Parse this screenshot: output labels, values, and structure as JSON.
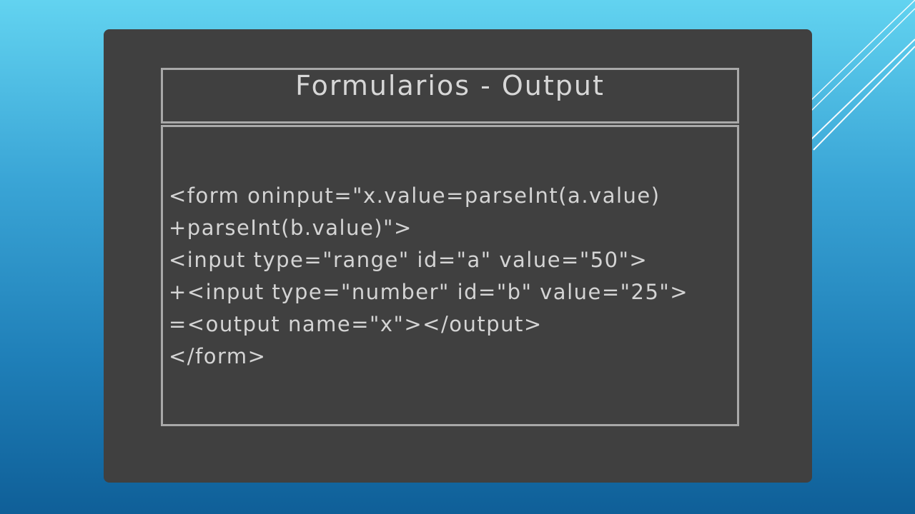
{
  "slide": {
    "title": "Formularios - Output",
    "code_lines": [
      "<form oninput=\"x.value=parseInt(a.value)",
      "+parseInt(b.value)\">",
      "<input type=\"range\" id=\"a\" value=\"50\">",
      "+<input type=\"number\" id=\"b\" value=\"25\">",
      "=<output name=\"x\"></output>",
      "</form>"
    ]
  },
  "colors": {
    "background_top": "#62d3f0",
    "background_bottom": "#0f5f98",
    "panel": "#404040",
    "box_border": "#a9a9a9",
    "text": "#d7d7d7",
    "decor_lines": "#ffffff"
  }
}
